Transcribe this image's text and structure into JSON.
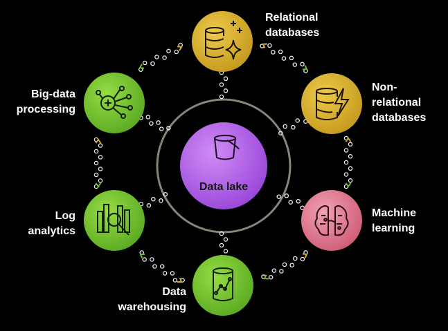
{
  "center": {
    "label": "Data lake",
    "icon": "bucket-icon"
  },
  "nodes": [
    {
      "id": "relational",
      "lines": [
        "Relational",
        "databases"
      ],
      "icon": "database-sparkle-icon",
      "color": "#d4ad2a"
    },
    {
      "id": "nonrelational",
      "lines": [
        "Non-",
        "relational",
        "databases"
      ],
      "icon": "database-lightning-icon",
      "color": "#d4ad2a"
    },
    {
      "id": "ml",
      "lines": [
        "Machine",
        "learning"
      ],
      "icon": "neural-brain-icon",
      "color": "#d96b82"
    },
    {
      "id": "warehousing",
      "lines": [
        "Data",
        "warehousing"
      ],
      "icon": "database-chart-icon",
      "color": "#6fbe2a"
    },
    {
      "id": "log",
      "lines": [
        "Log",
        "analytics"
      ],
      "icon": "magnifier-chart-icon",
      "color": "#6fbe2a"
    },
    {
      "id": "bigdata",
      "lines": [
        "Big-data",
        "processing"
      ],
      "icon": "network-hub-icon",
      "color": "#6fbe2a"
    }
  ],
  "colors": {
    "background": "#000000",
    "center_fill": "#a651e0",
    "ring": "#8a8478",
    "gold": "#d4ad2a",
    "green": "#6fbe2a",
    "pink": "#d96b82"
  }
}
